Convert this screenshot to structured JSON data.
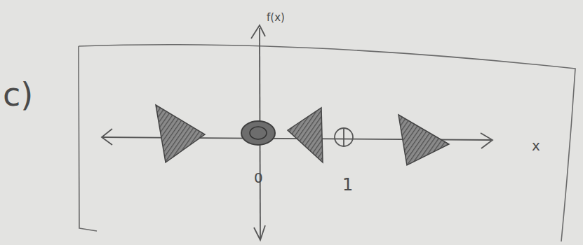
{
  "diagram": {
    "labels": [
      "c)",
      "f(x)",
      "x",
      "0",
      "1"
    ]
  }
}
